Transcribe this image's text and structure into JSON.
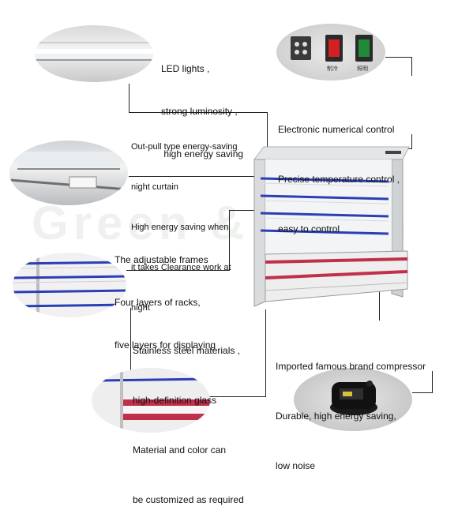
{
  "watermark": "Green & ...h",
  "callouts": {
    "led": [
      "LED lights ,",
      "strong luminosity ,",
      " high energy saving"
    ],
    "electronic": [
      "Electronic numerical control",
      "Precise temperature control ,",
      "easy to control"
    ],
    "curtain": [
      "Out-pull type energy-saving",
      "night curtain",
      "High energy saving when",
      "it takes Clearance work at",
      "night"
    ],
    "frames": [
      "The adjustable frames",
      "Four layers of racks,",
      "five layers for displaying"
    ],
    "steel": [
      "Stainless steel materials ,",
      "high-definition glass",
      "Material and color can",
      "be customized as required"
    ],
    "compressor": [
      "Imported famous brand compressor",
      "Durable, high energy saving,",
      "low noise"
    ]
  },
  "switch_labels": {
    "left": "制冷",
    "right": "照明"
  },
  "colors": {
    "rack_blue": "#2a3fb5",
    "stripe_red": "#c0304a",
    "switch_red": "#d42020",
    "switch_green": "#1f8a3a"
  }
}
